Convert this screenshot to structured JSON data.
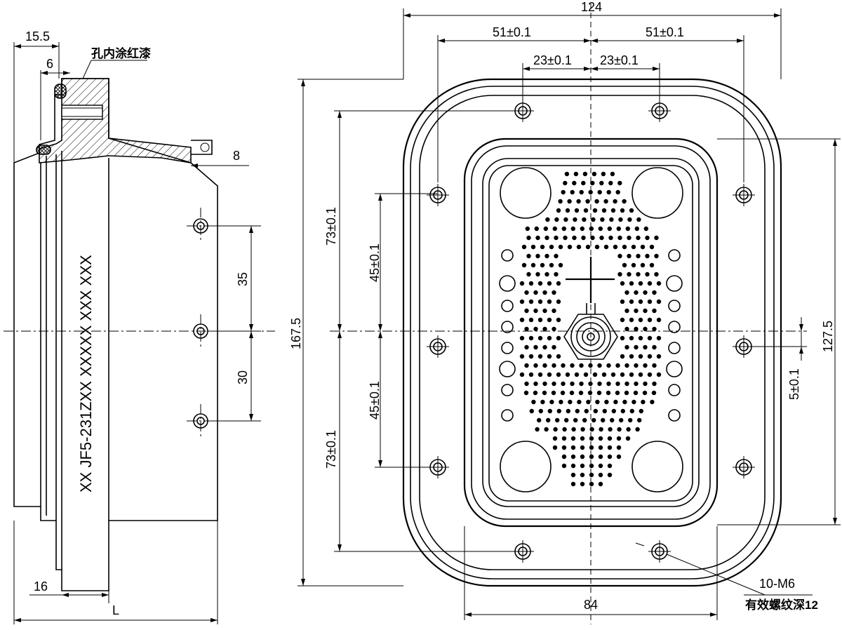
{
  "side_view": {
    "dims": {
      "top_width": "15.5",
      "top_hole": "6",
      "right_step": "8",
      "spacing_upper": "35",
      "spacing_lower": "30",
      "bottom_left": "16",
      "overall_length": "L"
    },
    "note_paint": "孔内涂红漆",
    "body_marking": "XX  JF5-231ZXX  XXXXX XXX XXX"
  },
  "front_view": {
    "dims": {
      "overall_width": "124",
      "half_hole_left": "51±0.1",
      "half_hole_right": "51±0.1",
      "inner_hole_left": "23±0.1",
      "inner_hole_right": "23±0.1",
      "overall_height": "167.5",
      "upper_row": "73±0.1",
      "lower_row": "73±0.1",
      "upper_mid": "45±0.1",
      "lower_mid": "45±0.1",
      "right_height": "127.5",
      "offset": "5±0.1",
      "bottom_width": "84"
    },
    "thread_spec": "10-M6",
    "thread_note": "有效螺纹深12"
  }
}
